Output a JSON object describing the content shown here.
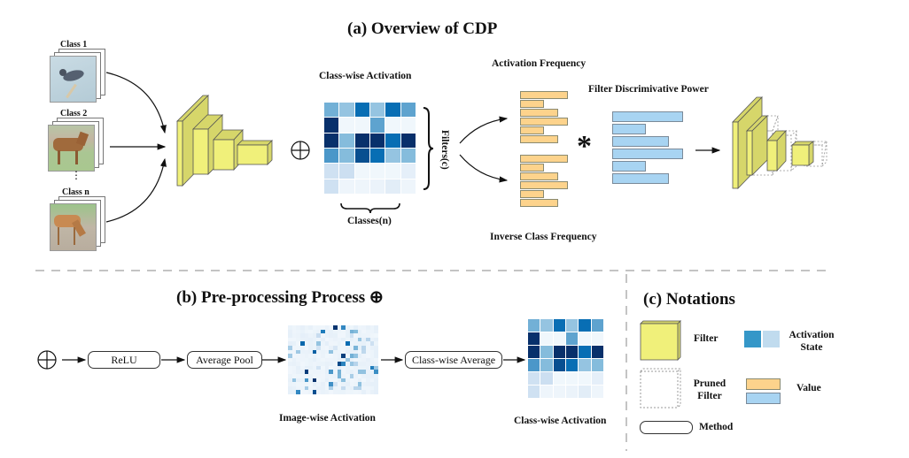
{
  "section_a": {
    "title": "(a) Overview of CDP",
    "classes": [
      {
        "label": "Class 1",
        "image": "bird photo"
      },
      {
        "label": "Class 2",
        "image": "horse photo"
      },
      {
        "label": "Class n",
        "image": "antelope photo"
      }
    ],
    "ellipsis": "⋮",
    "plus_symbol": "⊕",
    "class_wise_activation_label": "Class-wise Activation",
    "filters_label": "Filters(c)",
    "classes_label": "Classes(n)",
    "activation_frequency_label": "Activation Frequency",
    "inverse_class_frequency_label": "Inverse Class Frequency",
    "filter_discriminative_power_label": "Filter Discrimivative Power",
    "multiply_symbol": "*",
    "activation_matrix": [
      [
        0.5,
        0.4,
        0.8,
        0.4,
        0.8,
        0.55
      ],
      [
        1.0,
        0.02,
        0.02,
        0.55,
        0.02,
        0.02
      ],
      [
        1.0,
        0.45,
        1.0,
        1.0,
        0.8,
        1.0
      ],
      [
        0.6,
        0.45,
        0.9,
        0.8,
        0.4,
        0.45
      ],
      [
        0.2,
        0.22,
        0.02,
        0.02,
        0.02,
        0.08
      ],
      [
        0.2,
        0.03,
        0.03,
        0.05,
        0.1,
        0.03
      ]
    ],
    "activation_frequency_values": [
      1.0,
      0.5,
      0.8,
      1.0,
      0.5,
      0.8
    ],
    "inverse_class_frequency_values": [
      1.0,
      0.5,
      0.8,
      1.0,
      0.5,
      0.8
    ],
    "discriminative_power_values": [
      1.0,
      0.48,
      0.8,
      1.0,
      0.48,
      0.8
    ]
  },
  "section_b": {
    "title": "(b) Pre-processing Process ⊕",
    "plus_symbol": "⊕",
    "steps": [
      "ReLU",
      "Average Pool",
      "Class-wise Average"
    ],
    "image_wise_activation_label": "Image-wise Activation",
    "class_wise_activation_label": "Class-wise Activation"
  },
  "section_c": {
    "title": "(c) Notations",
    "filter_label": "Filter",
    "pruned_filter_label": "Pruned Filter",
    "method_label": "Method",
    "activation_state_label": "Activation State",
    "value_label": "Value"
  },
  "colors": {
    "filter_yellow": "#f0f07a",
    "orange_bar": "#fdd38c",
    "blue_bar": "#a8d4f2",
    "heat_dark": "#08306b",
    "heat_light": "#f4f9fd"
  }
}
